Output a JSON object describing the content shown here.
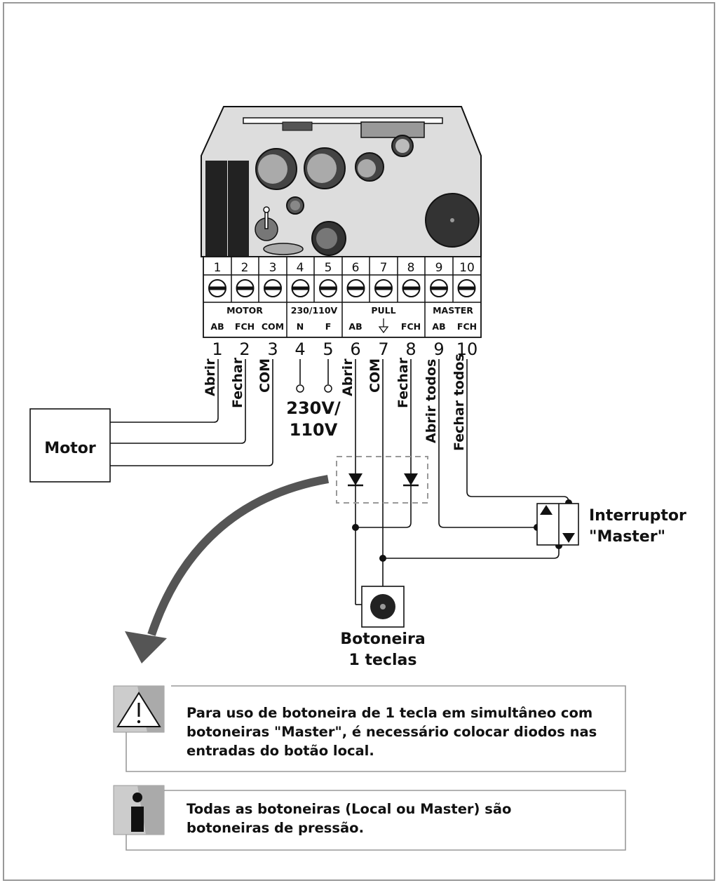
{
  "terminals": {
    "numbers": [
      "1",
      "2",
      "3",
      "4",
      "5",
      "6",
      "7",
      "8",
      "9",
      "10"
    ],
    "groups": {
      "motor": "MOTOR",
      "power": "230/110V",
      "pull": "PULL",
      "master": "MASTER"
    },
    "sublabels": {
      "t1": "AB",
      "t2": "FCH",
      "t3": "COM",
      "t4": "N",
      "t5": "F",
      "t6": "AB",
      "t8": "FCH",
      "t9": "AB",
      "t10": "FCH"
    }
  },
  "wires": {
    "w1": "Abrir",
    "w2": "Fechar",
    "w3": "COM",
    "w6": "Abrir",
    "w7": "COM",
    "w8": "Fechar",
    "w9": "Abrir todos",
    "w10": "Fechar todos"
  },
  "motor_label": "Motor",
  "power_label_line1": "230V/",
  "power_label_line2": "110V",
  "master_switch_label_line1": "Interruptor",
  "master_switch_label_line2": "\"Master\"",
  "pushbutton_label_line1": "Botoneira",
  "pushbutton_label_line2": "1 teclas",
  "warning_note": "Para uso de botoneira de 1 tecla em simultâneo com botoneiras \"Master\", é necessário colocar diodos nas entradas do botão local.",
  "info_note": "Todas as botoneiras (Local ou Master) são botoneiras de pressão.",
  "icons": [
    "warning-icon",
    "info-icon",
    "diode-icon",
    "ground-icon"
  ]
}
